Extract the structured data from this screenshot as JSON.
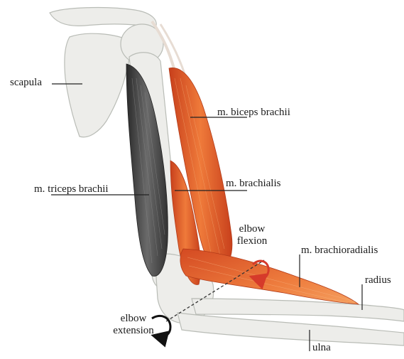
{
  "labels": {
    "scapula": "scapula",
    "biceps": "m. biceps brachii",
    "triceps": "m. triceps brachii",
    "brachialis": "m. brachialis",
    "flexion_line1": "elbow",
    "flexion_line2": "flexion",
    "brachioradialis": "m. brachioradialis",
    "radius": "radius",
    "extension_line1": "elbow",
    "extension_line2": "extension",
    "ulna": "ulna"
  },
  "colors": {
    "bone": "#ededea",
    "bone_outline": "#b9bcb6",
    "muscle": "#e2562a",
    "muscle_dark": "#c8401c",
    "triceps": "#4a4a4a",
    "arrow": "#d63a2a",
    "leader": "#222222"
  }
}
